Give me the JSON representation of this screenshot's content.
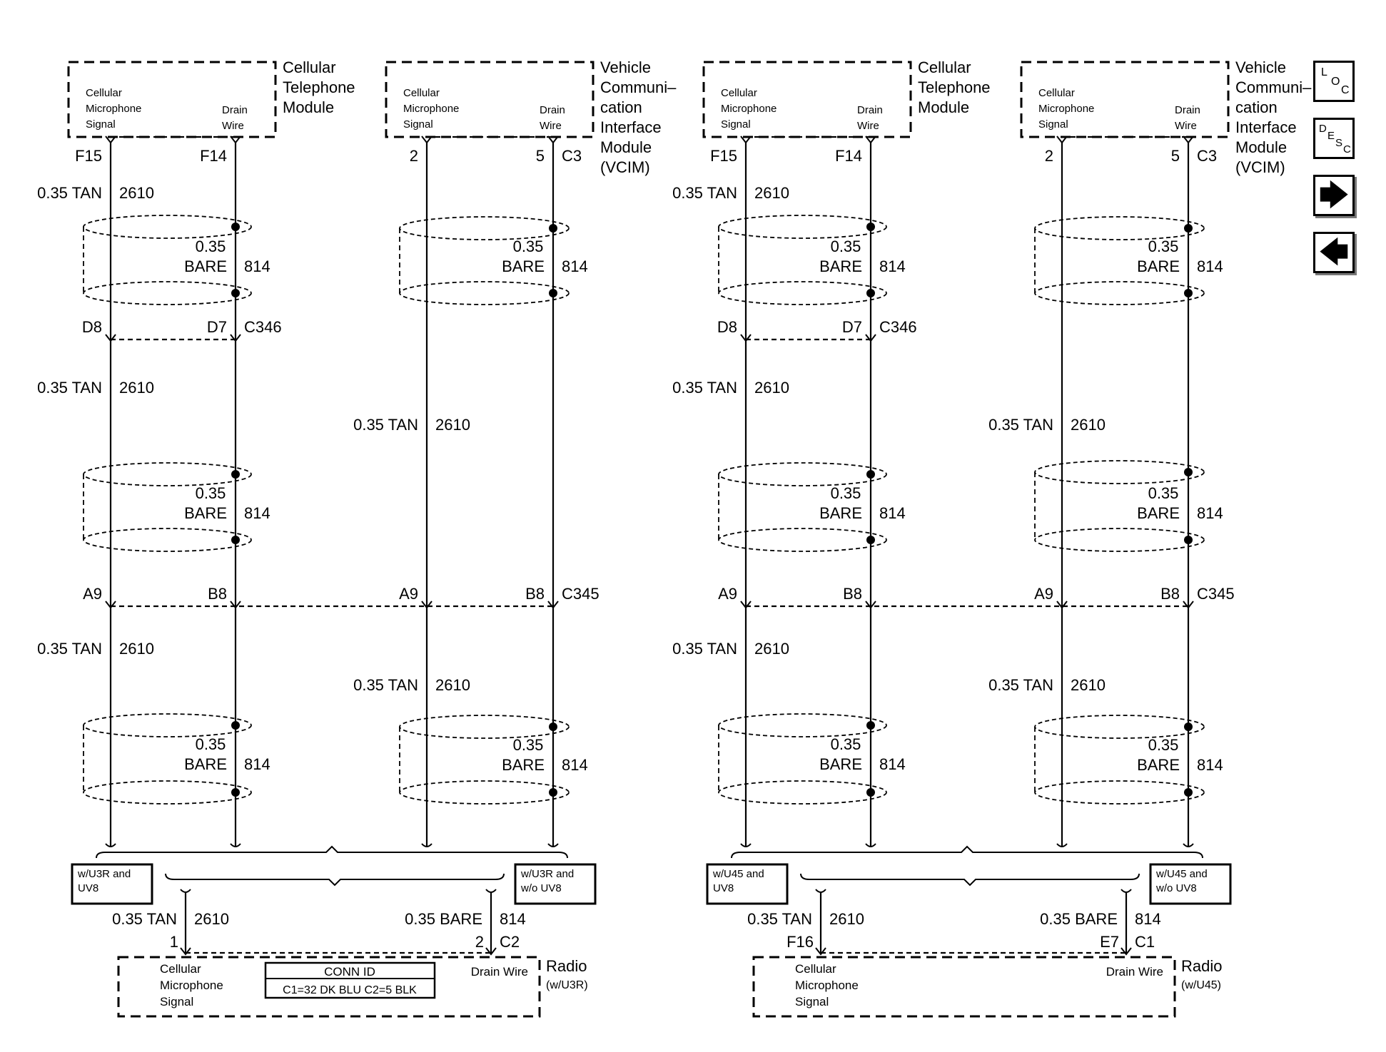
{
  "labels": {
    "cell_module": [
      "Cellular",
      "Telephone",
      "Module"
    ],
    "vcim": [
      "Vehicle",
      "Communi–",
      "cation",
      "Interface",
      "Module",
      "(VCIM)"
    ],
    "cell_mic_signal": [
      "Cellular",
      "Microphone",
      "Signal"
    ],
    "drain_wire": [
      "Drain",
      "Wire"
    ],
    "drain_wire_inline": "Drain Wire",
    "radio_u3r": [
      "Radio",
      "(w/U3R)"
    ],
    "radio_u45": [
      "Radio",
      "(w/U45)"
    ]
  },
  "wires": {
    "tan_gauge": "0.35 TAN",
    "tan_circuit": "2610",
    "bare_gauge": "0.35",
    "bare_color": "BARE",
    "bare_circuit": "814",
    "bare_full": "0.35 BARE"
  },
  "pins": {
    "f15": "F15",
    "f14": "F14",
    "f16": "F16",
    "d8": "D8",
    "d7": "D7",
    "a9": "A9",
    "b8": "B8",
    "e7": "E7",
    "p1": "1",
    "p2": "2",
    "p5": "5"
  },
  "connectors": {
    "c346": "C346",
    "c345": "C345",
    "c3": "C3",
    "c2": "C2",
    "c1": "C1"
  },
  "options": {
    "u3r_uv8": [
      "w/U3R and",
      "UV8"
    ],
    "u3r_no_uv8": [
      "w/U3R and",
      "w/o UV8"
    ],
    "u45_uv8": [
      "w/U45 and",
      "UV8"
    ],
    "u45_no_uv8": [
      "w/U45 and",
      "w/o UV8"
    ]
  },
  "conn_id": {
    "title": "CONN ID",
    "value": "C1=32 DK BLU   C2=5 BLK"
  },
  "nav": {
    "loc": [
      "L",
      "O",
      "C"
    ],
    "desc": [
      "D",
      "E",
      "S",
      "C"
    ],
    "next_icon": "right-arrow-icon",
    "prev_icon": "left-arrow-icon"
  }
}
